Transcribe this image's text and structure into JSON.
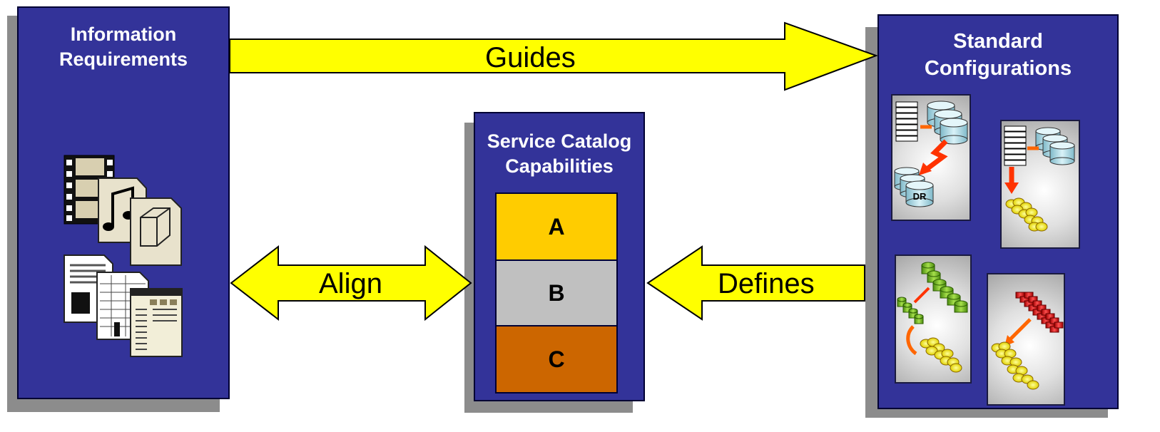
{
  "info_requirements": {
    "title_line1": "Information",
    "title_line2": "Requirements"
  },
  "service_catalog": {
    "title_line1": "Service Catalog",
    "title_line2": "Capabilities",
    "capabilities": [
      {
        "label": "A",
        "color": "#ffcc00"
      },
      {
        "label": "B",
        "color": "#c0c0c0"
      },
      {
        "label": "C",
        "color": "#cc6600"
      }
    ]
  },
  "standard_configs": {
    "title_line1": "Standard",
    "title_line2": "Configurations",
    "dr_label": "DR"
  },
  "arrows": {
    "guides": "Guides",
    "align": "Align",
    "defines": "Defines"
  },
  "colors": {
    "panel": "#333399",
    "arrow": "#ffff00",
    "shadow": "#8c8c8c"
  },
  "icons": [
    "film-icon",
    "music-document-icon",
    "cube-document-icon",
    "text-document-icon",
    "spreadsheet-document-icon",
    "web-page-document-icon",
    "server-rack-icon",
    "database-icon",
    "replication-arrow-icon",
    "disk-array-icon"
  ]
}
